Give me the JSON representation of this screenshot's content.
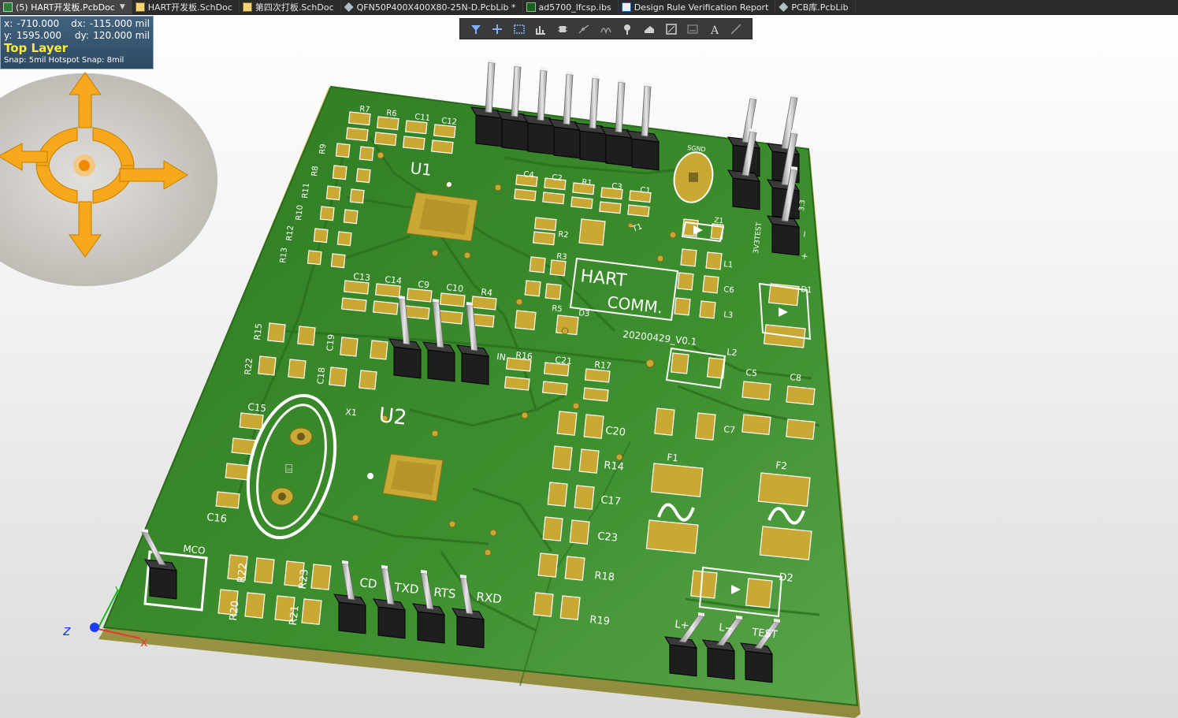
{
  "tabs": [
    {
      "label": "(5) HART开发板.PcbDoc",
      "icon": "pcb-icon",
      "active": true
    },
    {
      "label": "HART开发板.SchDoc",
      "icon": "sch-icon"
    },
    {
      "label": "第四次打板.SchDoc",
      "icon": "sch-icon"
    },
    {
      "label": "QFN50P400X400X80-25N-D.PcbLib *",
      "icon": "lib-icon"
    },
    {
      "label": "ad5700_lfcsp.ibs",
      "icon": "ibs-icon"
    },
    {
      "label": "Design Rule Verification Report",
      "icon": "report-icon"
    },
    {
      "label": "PCB库.PcbLib",
      "icon": "lib-icon"
    }
  ],
  "hud": {
    "x_label": "x:",
    "x_value": "-710.000",
    "dx_label": "dx:",
    "dx_value": "-115.000 mil",
    "y_label": "y:",
    "y_value": "1595.000",
    "dy_label": "dy:",
    "dy_value": "120.000 mil",
    "layer": "Top Layer",
    "snap": "Snap: 5mil Hotspot Snap: 8mil"
  },
  "toolbar": [
    "filter-icon",
    "add-icon",
    "select-rect-icon",
    "bar-chart-icon",
    "component-icon",
    "route-icon",
    "arc-icon",
    "pin-icon",
    "fill-icon",
    "region-icon",
    "dimension-icon",
    "text-icon",
    "line-icon"
  ],
  "board": {
    "refdes": [
      "R7",
      "R6",
      "C11",
      "C12",
      "R9",
      "R8",
      "R11",
      "R10",
      "R12",
      "R13",
      "U1",
      "C4",
      "C2",
      "R1",
      "C3",
      "C1",
      "R2",
      "R3",
      "R5",
      "D3",
      "T1",
      "C13",
      "C14",
      "C9",
      "C10",
      "R4",
      "R15",
      "R22",
      "C19",
      "C18",
      "R16",
      "C21",
      "R17",
      "C15",
      "X1",
      "U2",
      "C16",
      "C20",
      "R14",
      "C17",
      "C23",
      "R18",
      "R19",
      "MCO",
      "R22",
      "R23",
      "R20",
      "R21",
      "L1",
      "C6",
      "L3",
      "D1",
      "L2",
      "C5",
      "C8",
      "C7",
      "F1",
      "F2",
      "D2",
      "Z1",
      "SGND"
    ],
    "silk": {
      "hart": "HART",
      "comm": "COMM.",
      "date": "20200429_V0.1",
      "cd": "CD",
      "txd": "TXD",
      "rts": "RTS",
      "rxd": "RXD",
      "lplus": "L+",
      "lminus": "L−",
      "test": "TEST",
      "testv": "3V3TEST",
      "in": "IN",
      "plus": "+",
      "minus": "−",
      "v33": "3.3"
    }
  },
  "axes": {
    "x": "x",
    "y": "y",
    "z": "z"
  },
  "colors": {
    "board": "#3d8f2e",
    "pad": "#c9a834",
    "silk": "#ffffff",
    "hud_layer": "#ffeb3b"
  }
}
